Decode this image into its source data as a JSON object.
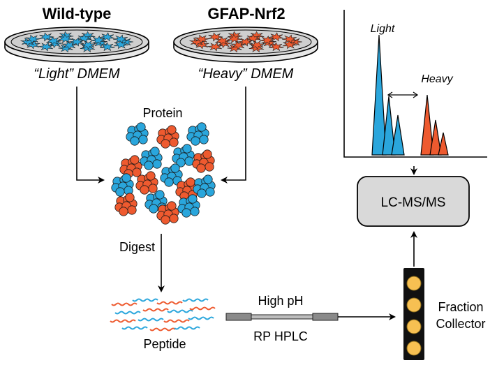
{
  "conditions": {
    "left": {
      "title": "Wild-type",
      "medium": "“Light” DMEM",
      "color": "#2aa6dc"
    },
    "right": {
      "title": "GFAP-Nrf2",
      "medium": "“Heavy” DMEM",
      "color": "#ee5a2f"
    }
  },
  "labels": {
    "protein": "Protein",
    "digest": "Digest",
    "peptide": "Peptide",
    "hplc_top": "High pH",
    "hplc_bottom": "RP HPLC",
    "fraction_line1": "Fraction",
    "fraction_line2": "Collector",
    "lcms": "LC-MS/MS"
  },
  "spectrum": {
    "light_label": "Light",
    "heavy_label": "Heavy"
  },
  "colors": {
    "light": "#2aa6dc",
    "heavy": "#ee5a2f",
    "fraction_dot": "#f7c052",
    "box_fill": "#d9d9d9",
    "hplc_column": "#888888"
  }
}
